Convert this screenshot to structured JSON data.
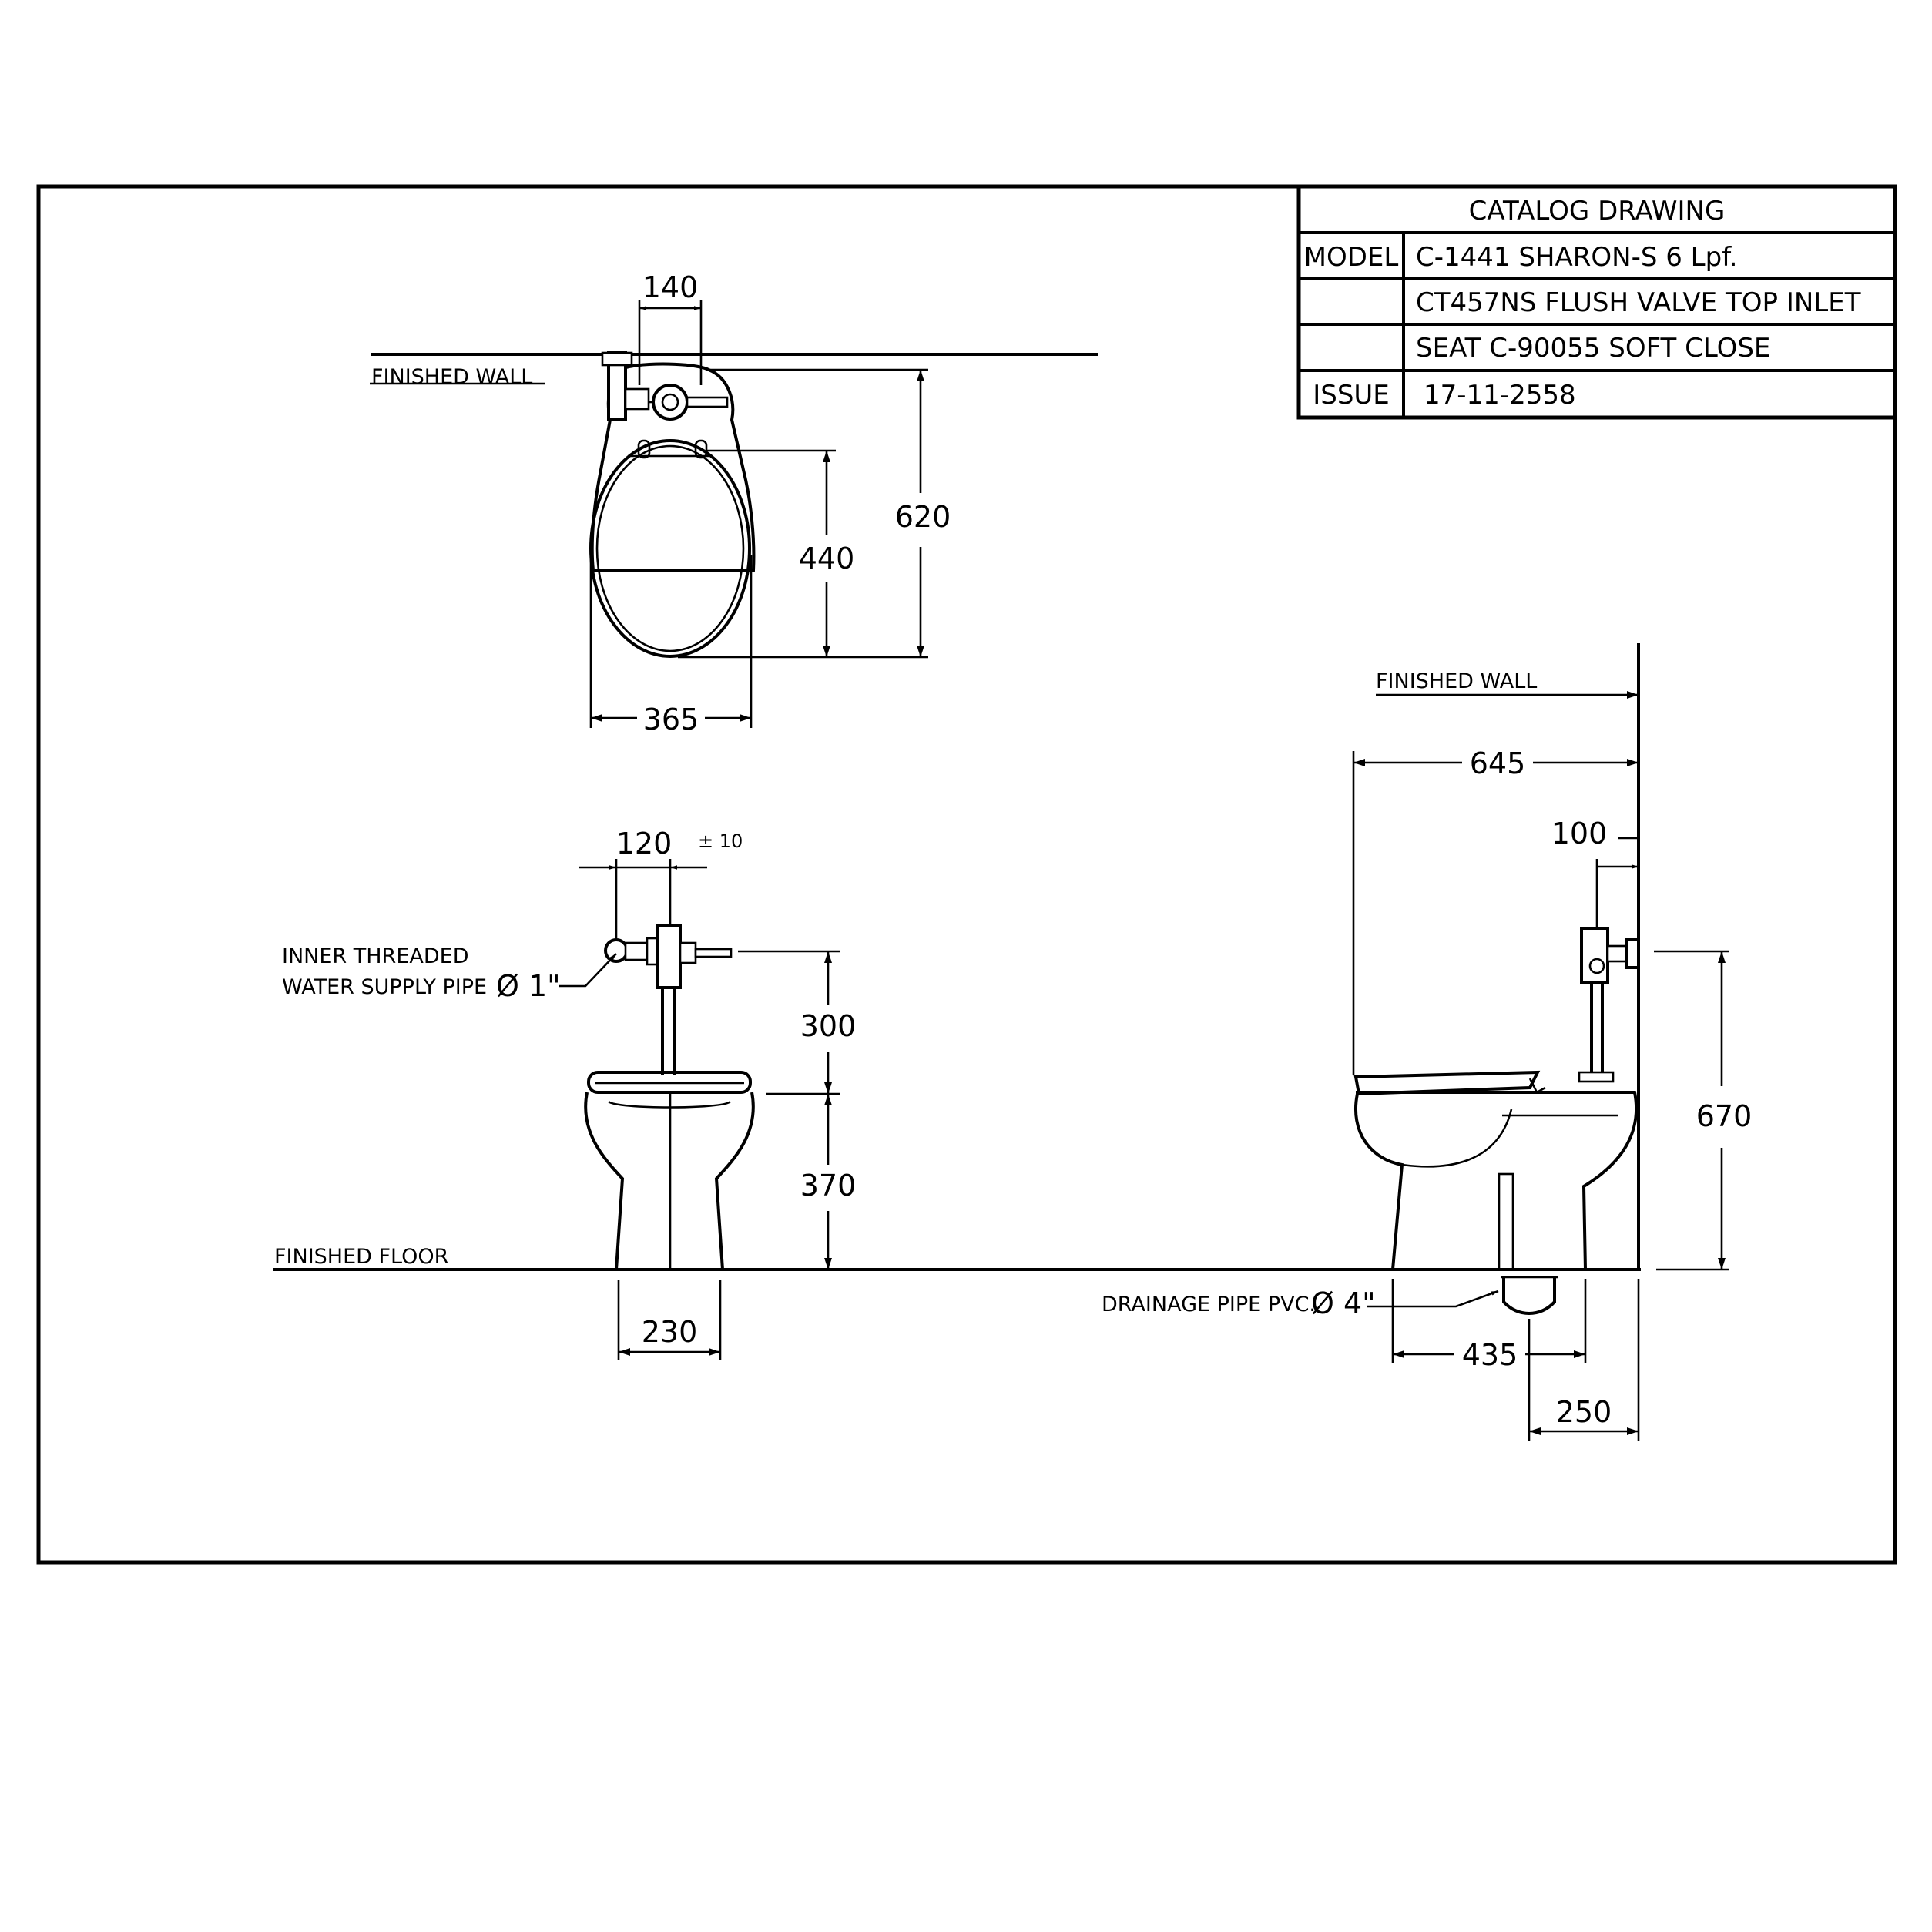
{
  "title_block": {
    "heading": "CATALOG DRAWING",
    "model_label": "MODEL",
    "model_value": "C-1441 SHARON-S 6 Lpf.",
    "line2_value": "CT457NS FLUSH VALVE TOP INLET",
    "line3_value": "SEAT C-90055 SOFT CLOSE",
    "issue_label": "ISSUE",
    "issue_value": "17-11-2558"
  },
  "top_view": {
    "wall_label": "FINISHED WALL",
    "dim_valve_width": "140",
    "dim_overall_depth": "620",
    "dim_seat_depth": "440",
    "dim_width": "365"
  },
  "front_view": {
    "dim_offset": "120",
    "dim_offset_tol": "± 10",
    "note_inlet_line1": "INNER THREADED",
    "note_inlet_line2": "WATER SUPPLY PIPE",
    "note_inlet_size": "Ø 1\"",
    "dim_valve_height": "300",
    "dim_rim_height": "370",
    "floor_label": "FINISHED FLOOR",
    "dim_base_width": "230"
  },
  "side_view": {
    "wall_label": "FINISHED WALL",
    "dim_depth": "645",
    "dim_wall_offset": "100",
    "dim_inlet_height": "670",
    "note_drain": "DRAINAGE PIPE PVC.",
    "note_drain_size": "Ø 4\"",
    "dim_base_length": "435",
    "dim_rough_in": "250"
  }
}
